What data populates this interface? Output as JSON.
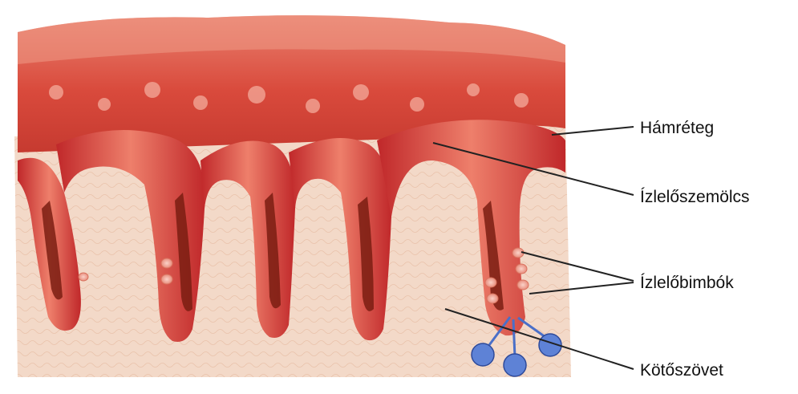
{
  "labels": {
    "epidermis": "Hámréteg",
    "papilla": "Ízlelőszemölcs",
    "taste_buds": "Ízlelőbimbók",
    "connective_tissue": "Kötőszövet"
  },
  "colors": {
    "background": "#ffffff",
    "connective_tissue": "#f3d9c8",
    "epithelium_top": "#d94a3c",
    "papilla_outer": "#c9302c",
    "papilla_inner": "#ef8a78",
    "groove": "#7a1d12",
    "taste_bud": "#f2a99e",
    "nerve": "#4a6fc8",
    "leader_line": "#222222"
  },
  "icons": {
    "nerve_endings": "nerve-ending-cluster"
  }
}
